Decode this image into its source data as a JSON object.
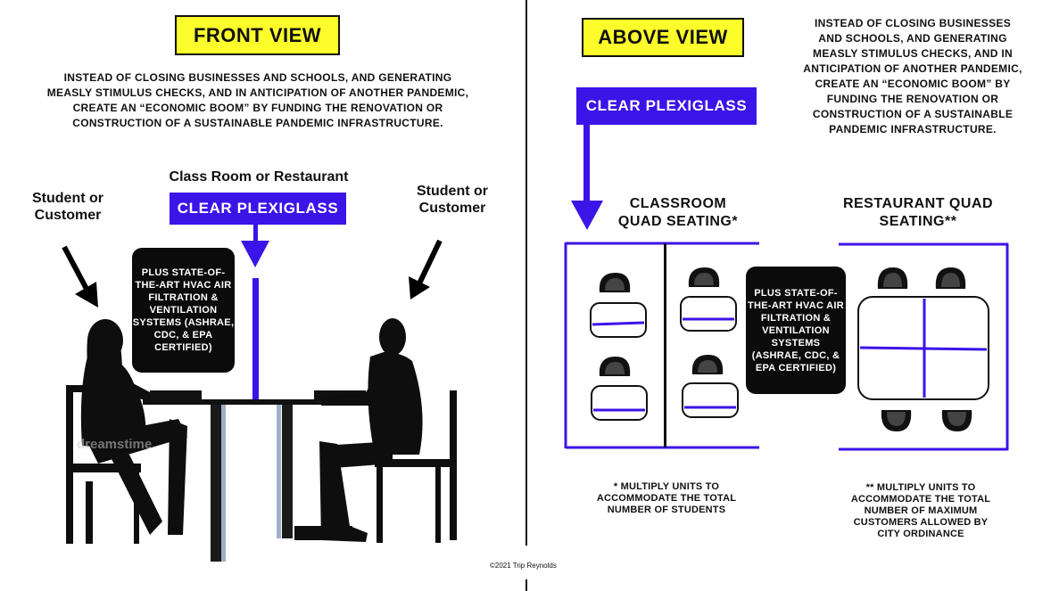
{
  "front": {
    "title": "FRONT VIEW",
    "paragraph": "INSTEAD OF CLOSING BUSINESSES AND SCHOOLS, AND GENERATING MEASLY STIMULUS CHECKS, AND IN ANTICIPATION OF ANOTHER PANDEMIC, CREATE AN “ECONOMIC BOOM” BY FUNDING THE RENOVATION OR CONSTRUCTION OF A SUSTAINABLE PANDEMIC INFRASTRUCTURE.",
    "room_label": "Class Room or Restaurant",
    "plexiglass": "CLEAR PLEXIGLASS",
    "hvac": "PLUS STATE-OF-THE-ART HVAC AIR FILTRATION & VENTILATION SYSTEMS (ASHRAE, CDC, & EPA CERTIFIED)",
    "left_person": "Student or Customer",
    "right_person": "Student or Customer",
    "watermark": "dreamstime."
  },
  "above": {
    "title": "ABOVE VIEW",
    "paragraph": "INSTEAD OF CLOSING BUSINESSES AND SCHOOLS, AND GENERATING MEASLY STIMULUS CHECKS, AND IN ANTICIPATION OF ANOTHER PANDEMIC, CREATE AN “ECONOMIC BOOM” BY FUNDING THE RENOVATION OR CONSTRUCTION OF A SUSTAINABLE PANDEMIC INFRASTRUCTURE.",
    "plexiglass": "CLEAR PLEXIGLASS",
    "classroom_label": "CLASSROOM QUAD SEATING*",
    "restaurant_label": "RESTAURANT QUAD SEATING**",
    "hvac": "PLUS STATE-OF-THE-ART HVAC AIR FILTRATION & VENTILATION SYSTEMS (ASHRAE, CDC, & EPA CERTIFIED)",
    "classroom_note": "* MULTIPLY UNITS TO ACCOMMODATE THE TOTAL NUMBER OF STUDENTS",
    "restaurant_note": "** MULTIPLY UNITS TO ACCOMMODATE THE TOTAL NUMBER OF MAXIMUM CUSTOMERS ALLOWED BY CITY ORDINANCE"
  },
  "copyright": "©2021 Trip Reynolds",
  "colors": {
    "plexiglass_blue": "#3b14e8",
    "banner_yellow": "#fdfd2c",
    "hvac_black": "#0b0b0b"
  }
}
